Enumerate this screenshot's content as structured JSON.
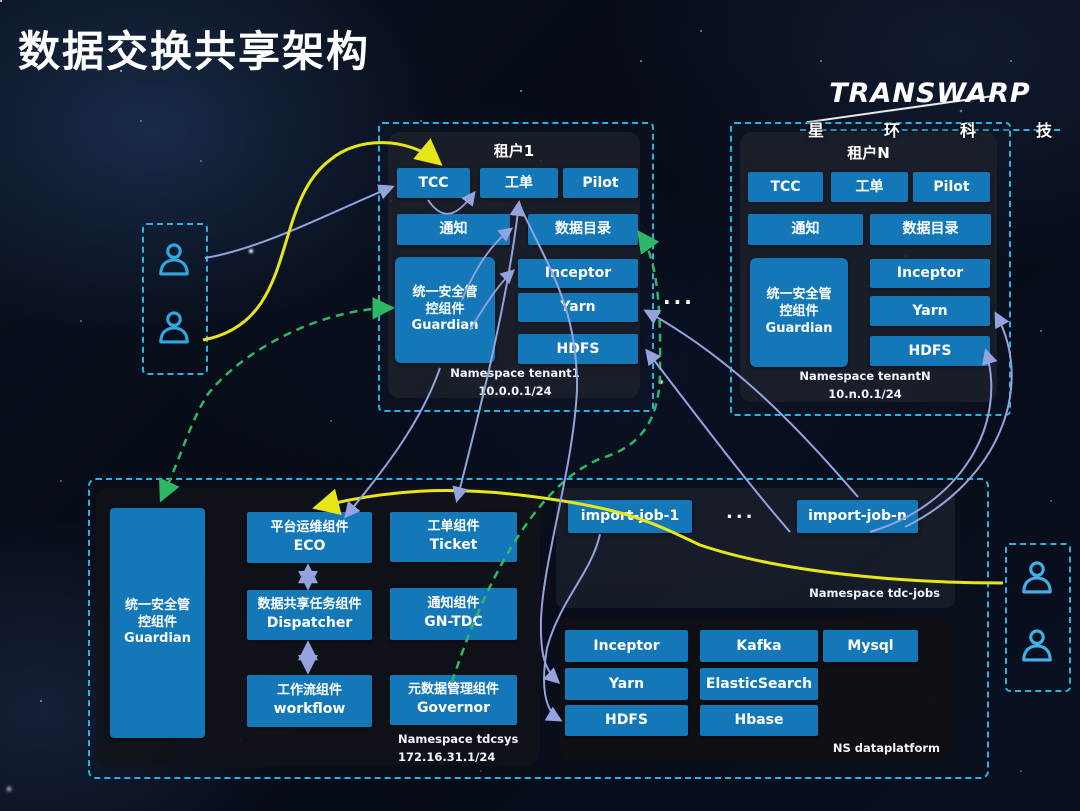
{
  "slide": {
    "title": "数据交换共享架构"
  },
  "logo": {
    "brand": "TRANSWARP",
    "tagline_chars": [
      "星",
      "环",
      "科",
      "技"
    ]
  },
  "ellipsis": "...",
  "tenant1": {
    "title": "租户1",
    "tcc": "TCC",
    "ticket": "工单",
    "pilot": "Pilot",
    "notify": "通知",
    "catalog": "数据目录",
    "guardian_l1": "统一安全管",
    "guardian_l2": "控组件",
    "guardian_l3": "Guardian",
    "inceptor": "Inceptor",
    "yarn": "Yarn",
    "hdfs": "HDFS",
    "namespace": "Namespace tenant1",
    "subnet": "10.0.0.1/24"
  },
  "tenantN": {
    "title": "租户N",
    "tcc": "TCC",
    "ticket": "工单",
    "pilot": "Pilot",
    "notify": "通知",
    "catalog": "数据目录",
    "guardian_l1": "统一安全管",
    "guardian_l2": "控组件",
    "guardian_l3": "Guardian",
    "inceptor": "Inceptor",
    "yarn": "Yarn",
    "hdfs": "HDFS",
    "namespace": "Namespace tenantN",
    "subnet": "10.n.0.1/24"
  },
  "system": {
    "guardian_l1": "统一安全管",
    "guardian_l2": "控组件",
    "guardian_l3": "Guardian",
    "eco_l1": "平台运维组件",
    "eco_l2": "ECO",
    "dispatcher_l1": "数据共享任务组件",
    "dispatcher_l2": "Dispatcher",
    "workflow_l1": "工作流组件",
    "workflow_l2": "workflow",
    "ticket_l1": "工单组件",
    "ticket_l2": "Ticket",
    "gntdc_l1": "通知组件",
    "gntdc_l2": "GN-TDC",
    "governor_l1": "元数据管理组件",
    "governor_l2": "Governor",
    "namespace": "Namespace tdcsys",
    "subnet": "172.16.31.1/24"
  },
  "jobs": {
    "job1": "import-job-1",
    "jobn": "import-job-n",
    "namespace": "Namespace tdc-jobs"
  },
  "dataplatform": {
    "inceptor": "Inceptor",
    "kafka": "Kafka",
    "mysql": "Mysql",
    "yarn": "Yarn",
    "elasticsearch": "ElasticSearch",
    "hdfs": "HDFS",
    "hbase": "Hbase",
    "label": "NS dataplatform"
  },
  "colors": {
    "accent_cyan": "#29b2e2",
    "box_blue": "#1478b8",
    "arrow_yellow": "#e7e619",
    "arrow_green": "#2db964",
    "arrow_purple": "#94a3dd"
  }
}
